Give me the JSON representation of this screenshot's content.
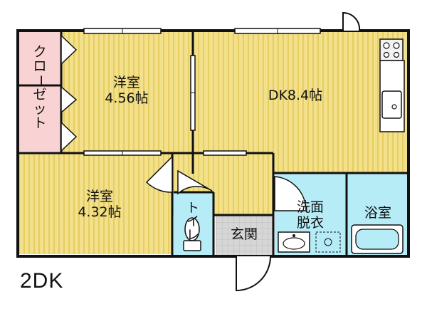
{
  "plan_type": "2DK",
  "rooms": {
    "western_a": {
      "name": "洋室",
      "size": "4.56帖"
    },
    "western_b": {
      "name": "洋室",
      "size": "4.32帖"
    },
    "dk": {
      "name": "DK8.4帖"
    },
    "closet": {
      "chars": [
        "ク",
        "ロ",
        "ー",
        "ゼ",
        "ッ",
        "ト"
      ]
    },
    "toilet": {
      "chars": [
        "ト",
        "イ",
        "レ"
      ]
    },
    "entrance": {
      "name": "玄関"
    },
    "washroom": {
      "line1": "洗面",
      "line2": "脱衣"
    },
    "bath": {
      "name": "浴室"
    }
  },
  "colors": {
    "wood_floor": "#f2e08a",
    "wood_stripe": "#e6cd64",
    "wet_area": "#b6ecf6",
    "closet": "#f9d3d4",
    "entrance": "#d6d6d6",
    "wall": "#111111"
  }
}
